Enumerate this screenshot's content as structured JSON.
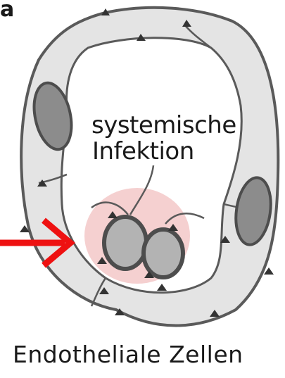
{
  "panel_label": "a",
  "annotation": {
    "line1": "systemische",
    "line2": "Infektion"
  },
  "caption": "Endotheliale Zellen",
  "colors": {
    "vessel_wall_fill": "#e4e4e4",
    "outline": "#5a5a5a",
    "nucleus": "#8c8c8c",
    "infected_cell": "#b3b3b3",
    "infection_halo": "#f3c8c8",
    "arrow": "#ee1111",
    "marker": "#333333"
  },
  "icons": [
    "arrow-icon",
    "triangle-marker-icon"
  ]
}
